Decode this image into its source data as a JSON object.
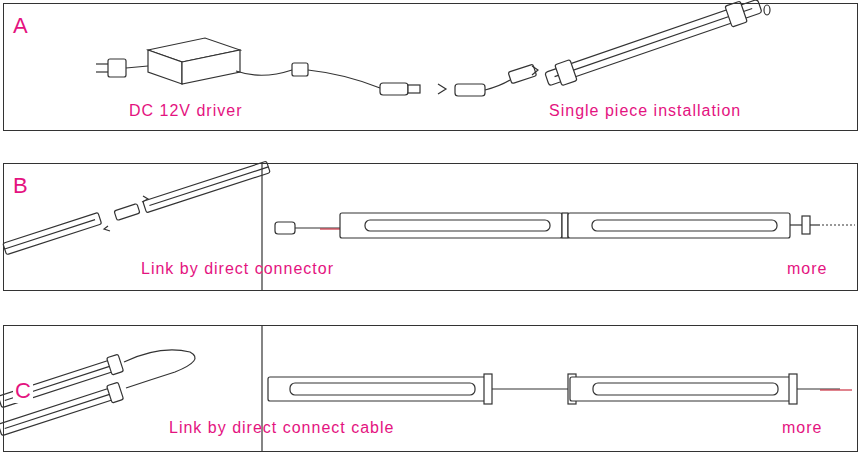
{
  "diagram": {
    "nodes": [
      {
        "text": [
          "A",
          "DC 12V driver",
          "Single piece installation"
        ]
      },
      {
        "text": [
          "B",
          "Link by direct connector",
          "more"
        ]
      },
      {
        "text": [
          "C",
          "Link by direct connect cable",
          "more"
        ]
      }
    ]
  }
}
